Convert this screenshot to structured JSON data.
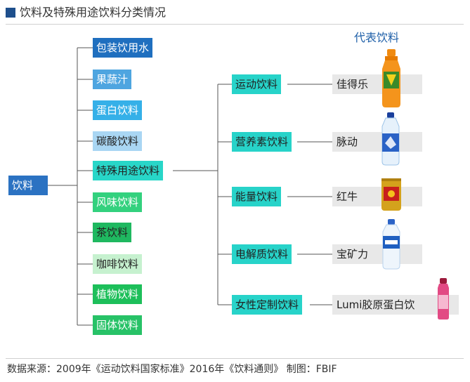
{
  "title": "饮料及特殊用途饮料分类情况",
  "root_label": "饮料",
  "representative_header": "代表饮料",
  "categories": [
    {
      "label": "包装饮用水",
      "bg": "#1f6fbf",
      "fg": "#ffffff"
    },
    {
      "label": "果蔬汁",
      "bg": "#4ea5e0",
      "fg": "#ffffff"
    },
    {
      "label": "蛋白饮料",
      "bg": "#35b0e8",
      "fg": "#ffffff"
    },
    {
      "label": "碳酸饮料",
      "bg": "#a9d6f3",
      "fg": "#222222"
    },
    {
      "label": "特殊用途饮料",
      "bg": "#28d6c8",
      "fg": "#222222"
    },
    {
      "label": "风味饮料",
      "bg": "#33d17e",
      "fg": "#ffffff"
    },
    {
      "label": "茶饮料",
      "bg": "#1fb860",
      "fg": "#222222"
    },
    {
      "label": "咖啡饮料",
      "bg": "#c6f1cf",
      "fg": "#222222"
    },
    {
      "label": "植物饮料",
      "bg": "#1dbf5a",
      "fg": "#ffffff"
    },
    {
      "label": "固体饮料",
      "bg": "#27c267",
      "fg": "#ffffff"
    }
  ],
  "special_drinks": [
    {
      "label": "运动饮料",
      "brand": "佳得乐",
      "product_icon": "sports-drink-bottle-icon"
    },
    {
      "label": "营养素饮料",
      "brand": "脉动",
      "product_icon": "water-bottle-icon"
    },
    {
      "label": "能量饮料",
      "brand": "红牛",
      "product_icon": "energy-drink-can-icon"
    },
    {
      "label": "电解质饮料",
      "brand": "宝矿力",
      "product_icon": "electrolyte-bottle-icon"
    },
    {
      "label": "女性定制饮料",
      "brand": "Lumi胶原蛋白饮",
      "product_icon": "collagen-vial-icon"
    }
  ],
  "colors": {
    "accent": "#1e4f8c",
    "root": "#2b72c2",
    "special": "#27d3c9",
    "brand_bg": "#e8e8e8",
    "line": "#555555"
  },
  "footer": "数据来源：2009年《运动饮料国家标准》2016年《饮料通则》   制图：FBIF"
}
